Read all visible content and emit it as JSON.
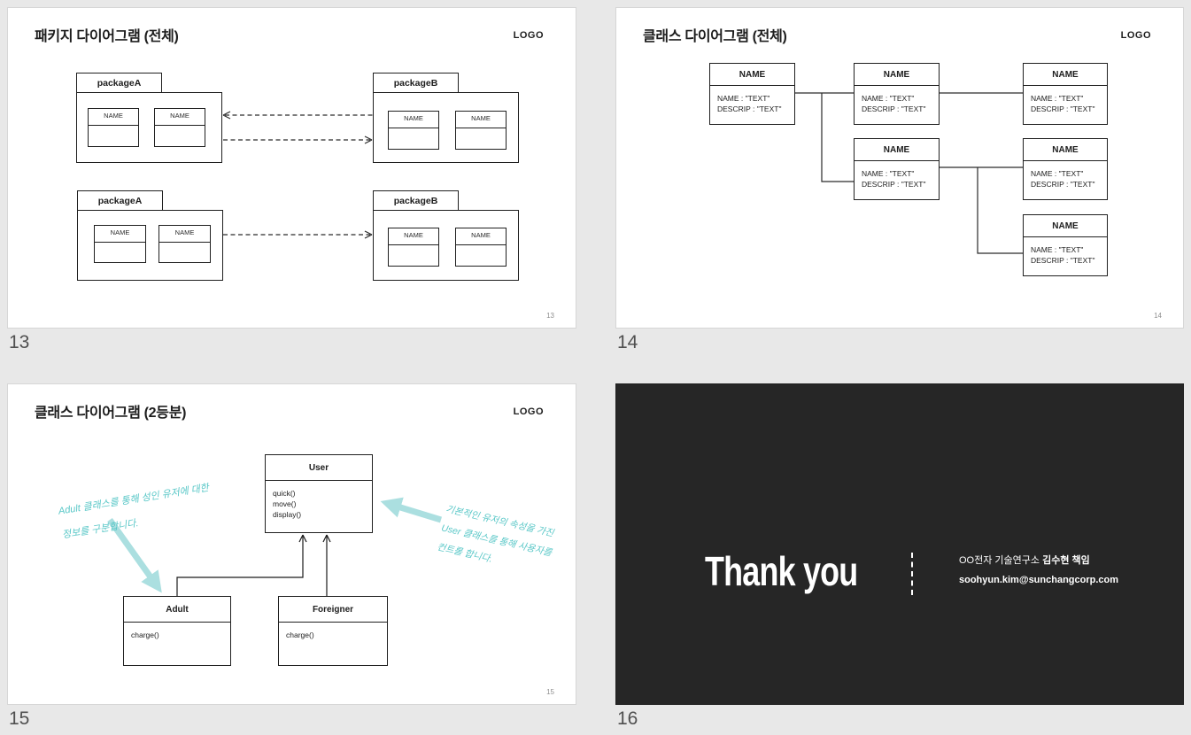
{
  "app": {
    "background_color": "#e8e8e8",
    "dark_slide_color": "#262626",
    "annotation_color": "#58c7c7",
    "arrow_color": "#abdfe0"
  },
  "slide13": {
    "caption": "13",
    "title": "패키지 다이어그램 (전체)",
    "logo": "LOGO",
    "page_number": "13",
    "package_a": "packageA",
    "package_b": "packageB",
    "class_name": "NAME"
  },
  "slide14": {
    "caption": "14",
    "title": "클래스 다이어그램 (전체)",
    "logo": "LOGO",
    "page_number": "14",
    "class_name": "NAME",
    "attr_line1": "NAME : \"TEXT\"",
    "attr_line2": "DESCRIP : \"TEXT\""
  },
  "slide15": {
    "caption": "15",
    "title": "클래스 다이어그램 (2등분)",
    "logo": "LOGO",
    "page_number": "15",
    "user_class": {
      "name": "User",
      "method1": "quick()",
      "method2": "move()",
      "method3": "display()"
    },
    "adult_class": {
      "name": "Adult",
      "method1": "charge()"
    },
    "foreigner_class": {
      "name": "Foreigner",
      "method1": "charge()"
    },
    "annotation_left": {
      "line1": "Adult 클래스를 통해 성인 유저에 대한",
      "line2": "정보를 구분합니다."
    },
    "annotation_right": {
      "line1": "기본적인 유저의 속성을 가진",
      "line2": "User 클래스를 통해 사용자를",
      "line3": "컨트롤 합니다."
    }
  },
  "slide16": {
    "caption": "16",
    "thank_you": "Thank you",
    "contact_org": "OO전자 기술연구소 ",
    "contact_name": "김수현 책임",
    "contact_email": "soohyun.kim@sunchangcorp.com"
  }
}
